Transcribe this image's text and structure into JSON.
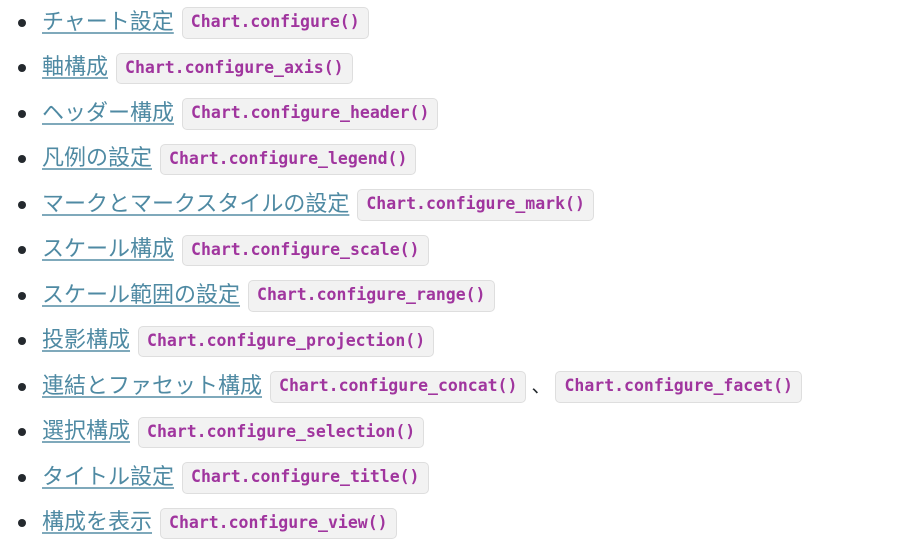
{
  "colors": {
    "link": "#4f8aa3",
    "code_text": "#a0359e",
    "code_background": "#f2f2f2",
    "code_border": "#dedede",
    "bullet": "#24292e",
    "page_background": "#ffffff"
  },
  "list": {
    "items": [
      {
        "link_label": "チャート設定",
        "codes": [
          "Chart.configure()"
        ],
        "separator": ""
      },
      {
        "link_label": "軸構成",
        "codes": [
          "Chart.configure_axis()"
        ],
        "separator": ""
      },
      {
        "link_label": "ヘッダー構成",
        "codes": [
          "Chart.configure_header()"
        ],
        "separator": ""
      },
      {
        "link_label": "凡例の設定",
        "codes": [
          "Chart.configure_legend()"
        ],
        "separator": ""
      },
      {
        "link_label": "マークとマークスタイルの設定",
        "codes": [
          "Chart.configure_mark()"
        ],
        "separator": ""
      },
      {
        "link_label": "スケール構成",
        "codes": [
          "Chart.configure_scale()"
        ],
        "separator": ""
      },
      {
        "link_label": "スケール範囲の設定",
        "codes": [
          "Chart.configure_range()"
        ],
        "separator": ""
      },
      {
        "link_label": "投影構成",
        "codes": [
          "Chart.configure_projection()"
        ],
        "separator": ""
      },
      {
        "link_label": "連結とファセット構成",
        "codes": [
          "Chart.configure_concat()",
          "Chart.configure_facet()"
        ],
        "separator": "、"
      },
      {
        "link_label": "選択構成",
        "codes": [
          "Chart.configure_selection()"
        ],
        "separator": ""
      },
      {
        "link_label": "タイトル設定",
        "codes": [
          "Chart.configure_title()"
        ],
        "separator": ""
      },
      {
        "link_label": "構成を表示",
        "codes": [
          "Chart.configure_view()"
        ],
        "separator": ""
      }
    ]
  }
}
